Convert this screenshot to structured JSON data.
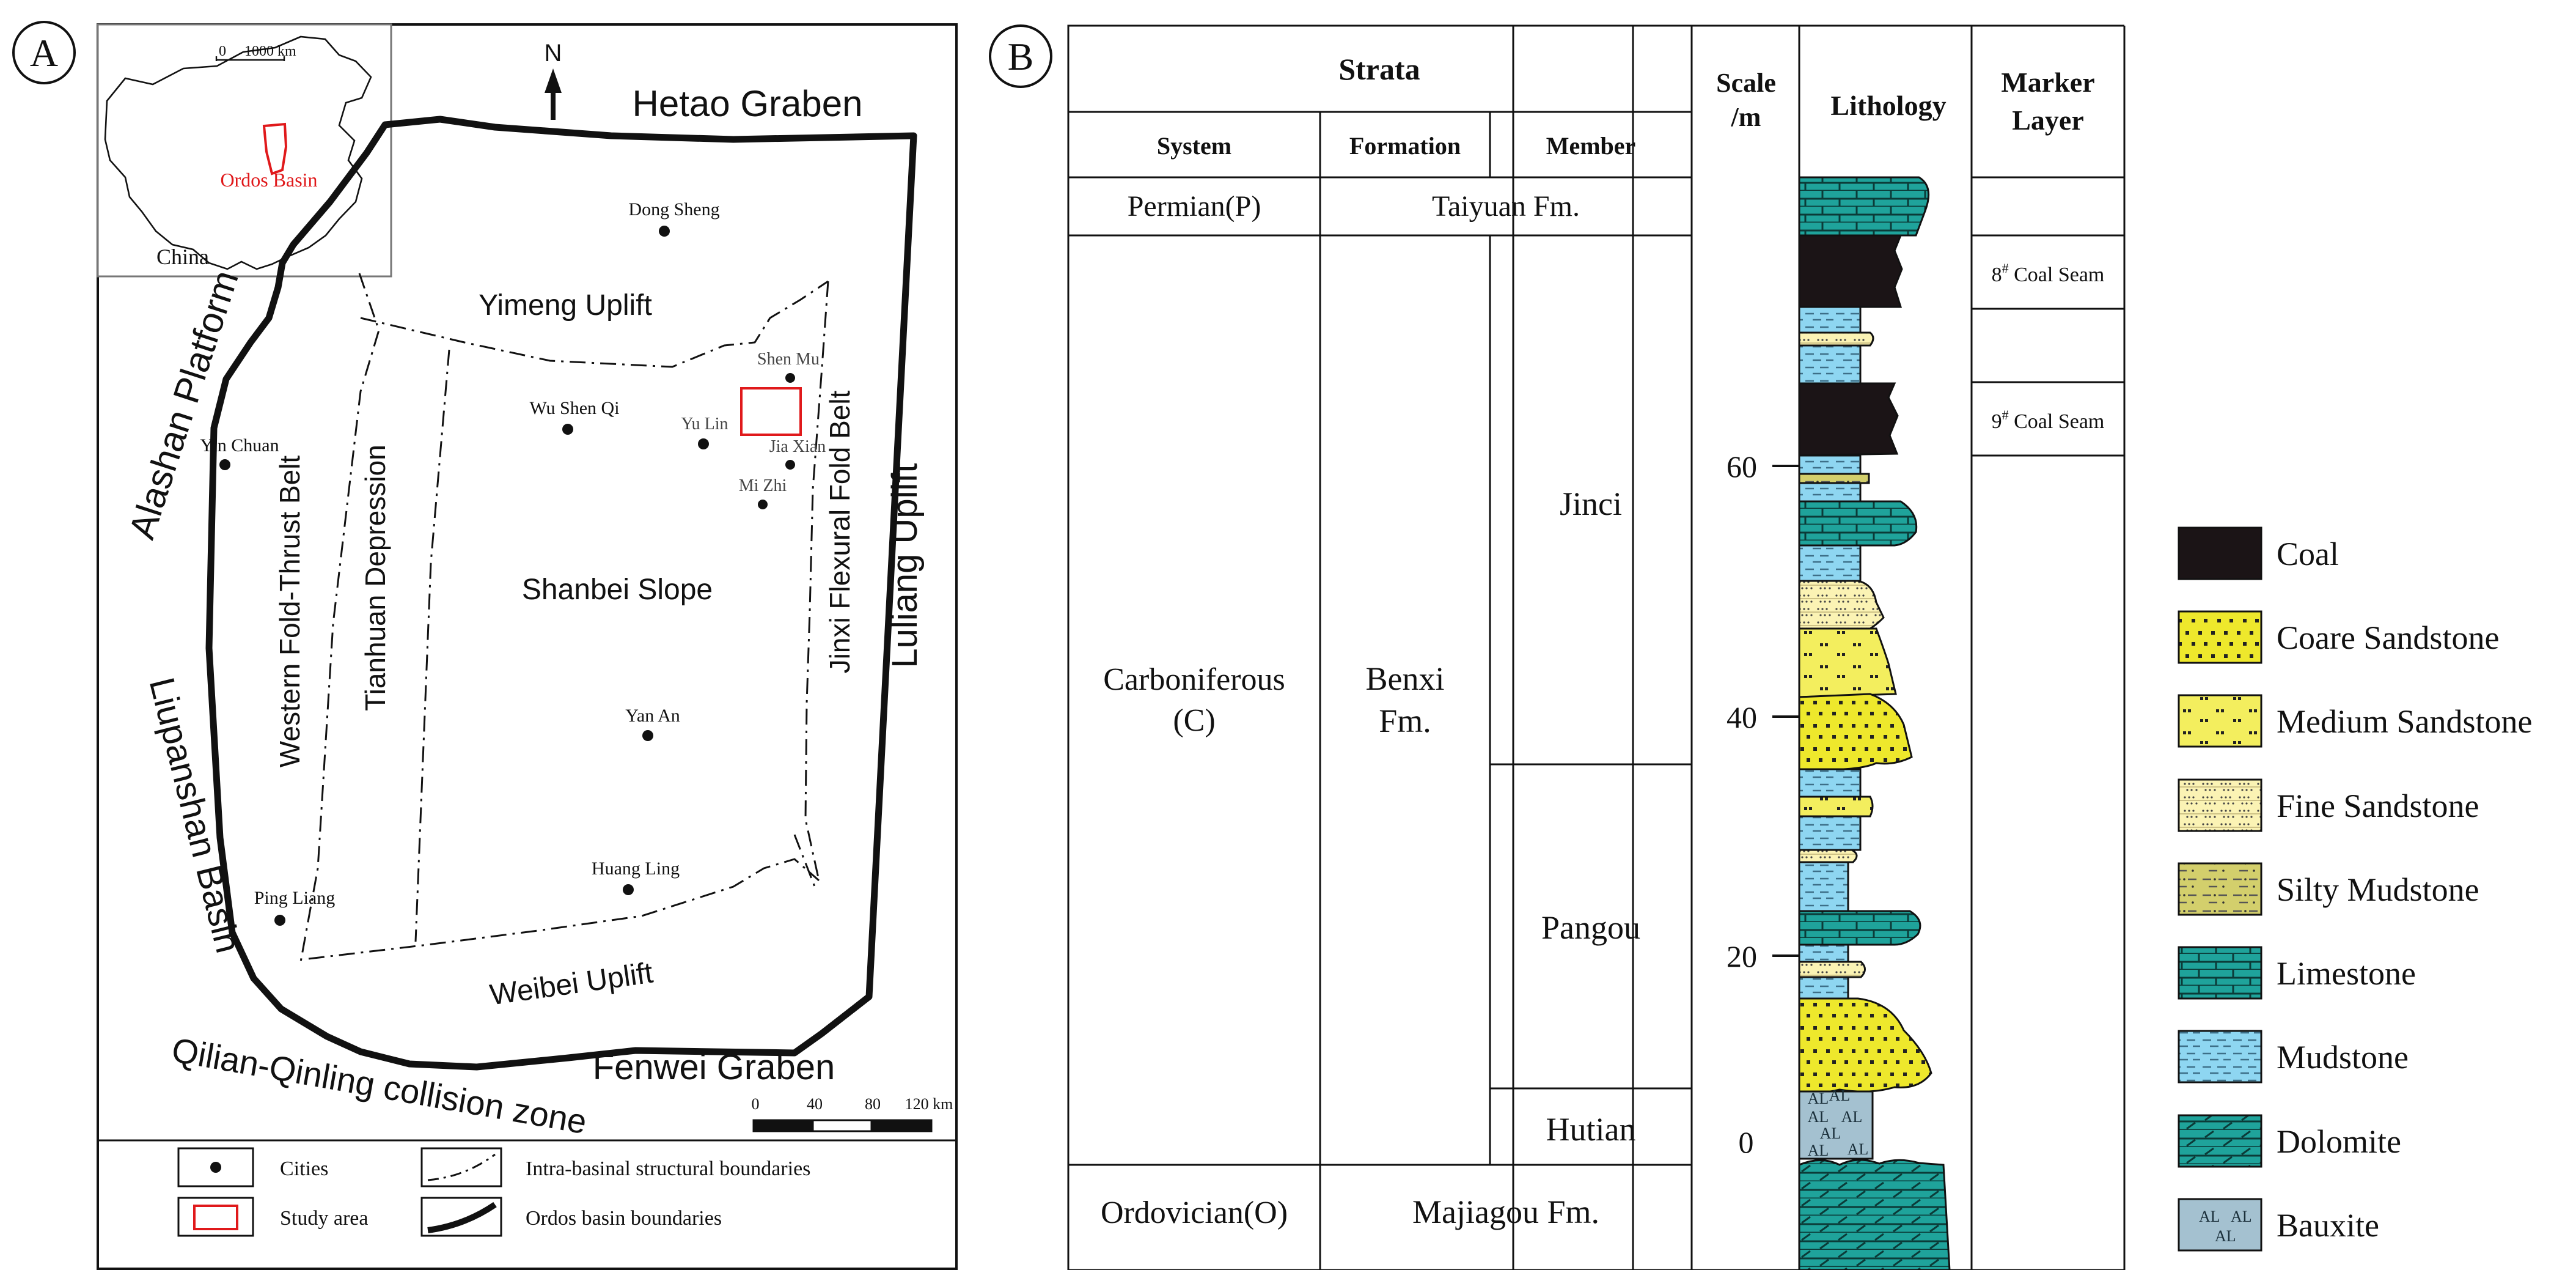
{
  "panel_a": {
    "panel_label": "A",
    "north_label": "N",
    "inset": {
      "scale_zero": "0",
      "scale_label": "1000 km",
      "basin_label": "Ordos Basin",
      "country_label": "China"
    },
    "regions": {
      "hetao": "Hetao Graben",
      "yimeng": "Yimeng Uplift",
      "alashan": "Alashan Platform",
      "western_belt": "Western Fold-Thrust Belt",
      "tianhuan": "Tianhuan Depression",
      "shanbei": "Shanbei Slope",
      "jinxi": "Jinxi Flexural Fold Belt",
      "luliang": "Luliang Uplift",
      "liupanshan": "Liupanshan Basin",
      "weibei": "Weibei Uplift",
      "fenwei": "Fenwei Graben",
      "qilian": "Qilian-Qinling collision zone"
    },
    "cities": {
      "dong_sheng": "Dong Sheng",
      "shen_mu": "Shen Mu",
      "wu_shen_qi": "Wu Shen Qi",
      "yu_lin": "Yu Lin",
      "jia_xian": "Jia Xian",
      "mi_zhi": "Mi Zhi",
      "yin_chuan": "Yin Chuan",
      "yan_an": "Yan An",
      "huang_ling": "Huang Ling",
      "ping_liang": "Ping Liang"
    },
    "scale_bar": {
      "t0": "0",
      "t1": "40",
      "t2": "80",
      "t3": "120 km"
    },
    "legend": {
      "cities": "Cities",
      "study_area": "Study area",
      "structural": "Intra-basinal structural boundaries",
      "basin_boundary": "Ordos basin boundaries"
    },
    "colors": {
      "study_area": "#e0191b",
      "inset_basin": "#e0191b"
    }
  },
  "panel_b": {
    "panel_label": "B",
    "headers": {
      "strata": "Strata",
      "system": "System",
      "formation": "Formation",
      "member": "Member",
      "scale_line1": "Scale",
      "scale_line2": "/m",
      "lithology": "Lithology",
      "marker_line1": "Marker",
      "marker_line2": "Layer"
    },
    "rows": {
      "permian": "Permian(P)",
      "taiyuan": "Taiyuan Fm.",
      "carboniferous_line1": "Carboniferous",
      "carboniferous_line2": "(C)",
      "benxi_line1": "Benxi",
      "benxi_line2": "Fm.",
      "jinci": "Jinci",
      "pangou": "Pangou",
      "hutian": "Hutian",
      "ordovician": "Ordovician(O)",
      "majiagou": "Majiagou Fm."
    },
    "scale_ticks": [
      "0",
      "20",
      "40",
      "60"
    ],
    "markers": {
      "coal8_num": "8",
      "coal8_text": " Coal Seam",
      "coal9_num": "9",
      "coal9_text": " Coal Seam",
      "sup": "#"
    },
    "legend": [
      {
        "key": "coal",
        "label": "Coal"
      },
      {
        "key": "coarse",
        "label": "Coare Sandstone"
      },
      {
        "key": "medium",
        "label": "Medium Sandstone"
      },
      {
        "key": "fine",
        "label": "Fine Sandstone"
      },
      {
        "key": "silty",
        "label": "Silty Mudstone"
      },
      {
        "key": "limestone",
        "label": "Limestone"
      },
      {
        "key": "mudstone",
        "label": "Mudstone"
      },
      {
        "key": "dolomite",
        "label": "Dolomite"
      },
      {
        "key": "bauxite",
        "label": "Bauxite"
      }
    ],
    "bauxite_symbol": "AL",
    "colors": {
      "coal": "#1b1416",
      "coarse": "#eee82c",
      "medium": "#f3ee5e",
      "fine": "#fbf3b4",
      "silty": "#d3cf6c",
      "limestone": "#1fa39b",
      "mudstone": "#8ed6f1",
      "dolomite": "#1fa39b",
      "bauxite": "#a4c1d0"
    }
  }
}
